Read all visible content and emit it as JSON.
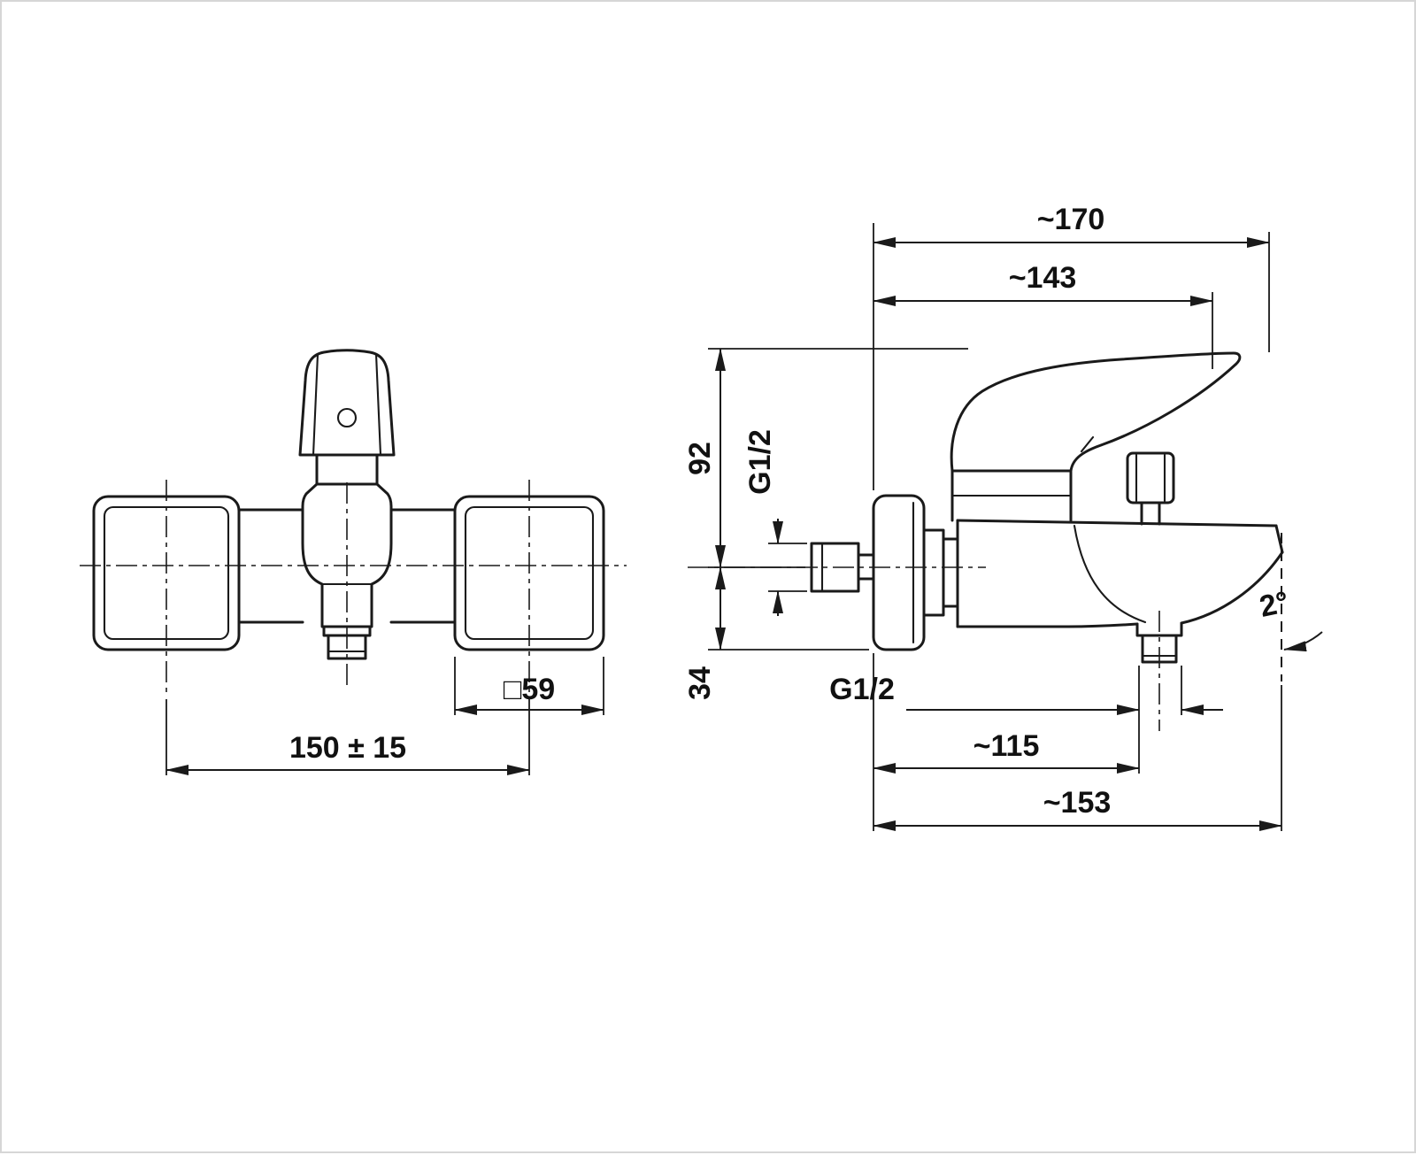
{
  "drawing": {
    "front_view": {
      "square_dim": "□59",
      "hole_spacing": "150 ± 15"
    },
    "side_view": {
      "overall_length": "~170",
      "body_length": "~143",
      "upper_height": "92",
      "inlet_thread": "G1/2",
      "lower_height": "34",
      "outlet_thread": "G1/2",
      "outlet_distance": "~115",
      "lower_length": "~153",
      "tilt_angle": "2°"
    }
  }
}
